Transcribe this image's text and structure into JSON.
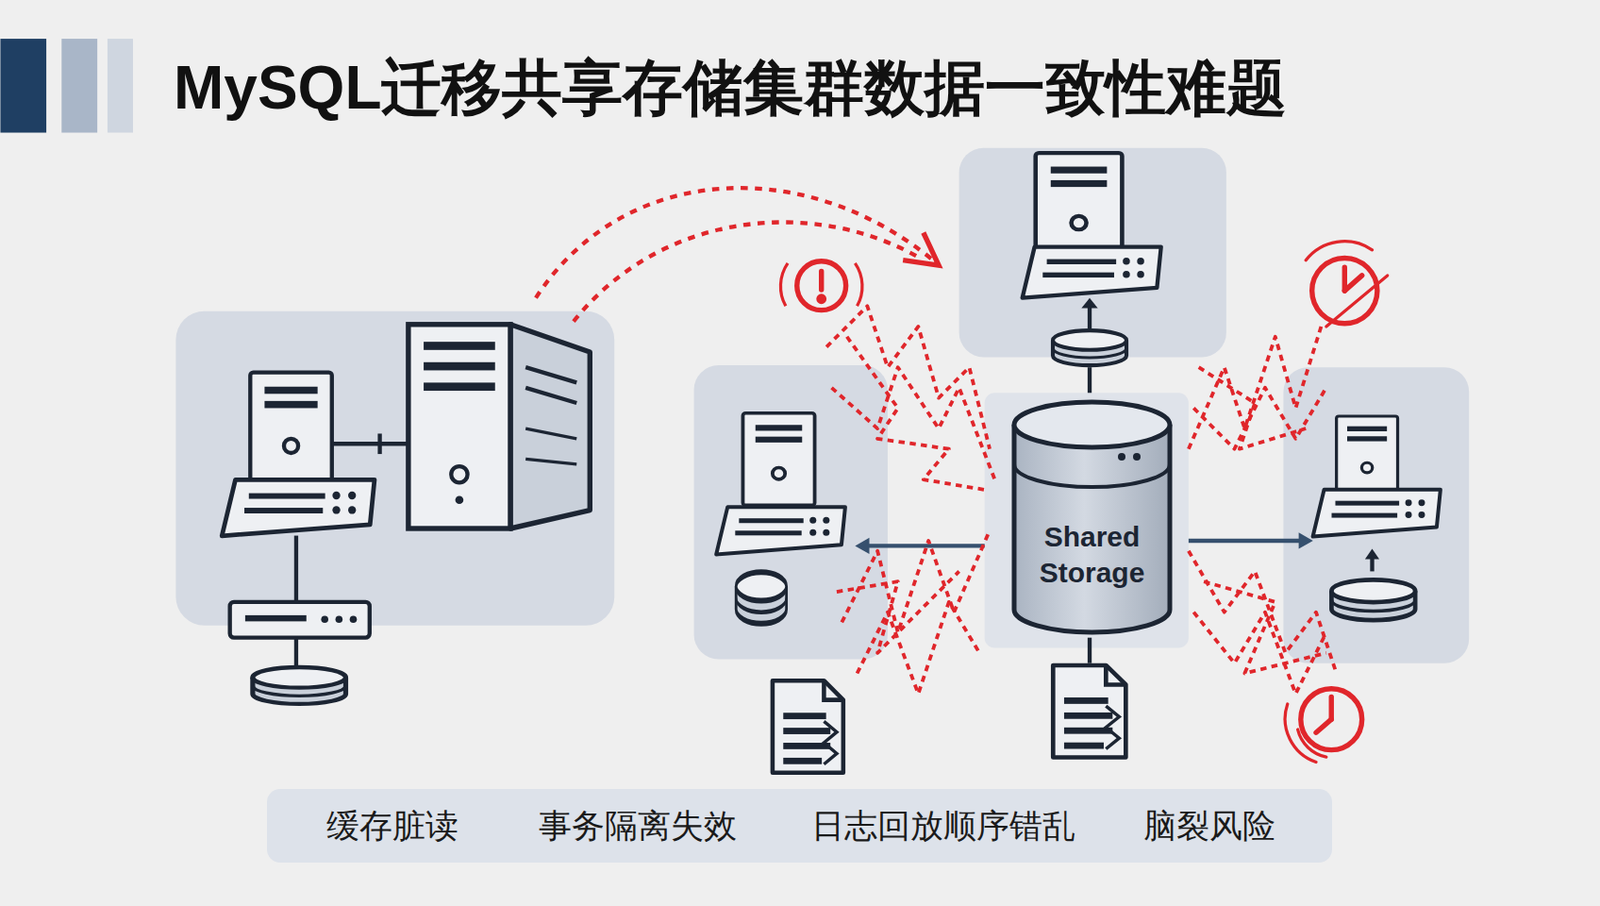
{
  "diagram": {
    "title": "MySQL迁移共享存储集群数据一致性难题",
    "nodes": [
      {
        "text": [
          "Shared Storage"
        ]
      },
      {
        "text": [
          "缓存脏读",
          "事务隔离失效",
          "日志回放顺序错乱",
          "脑裂风险"
        ]
      }
    ]
  }
}
